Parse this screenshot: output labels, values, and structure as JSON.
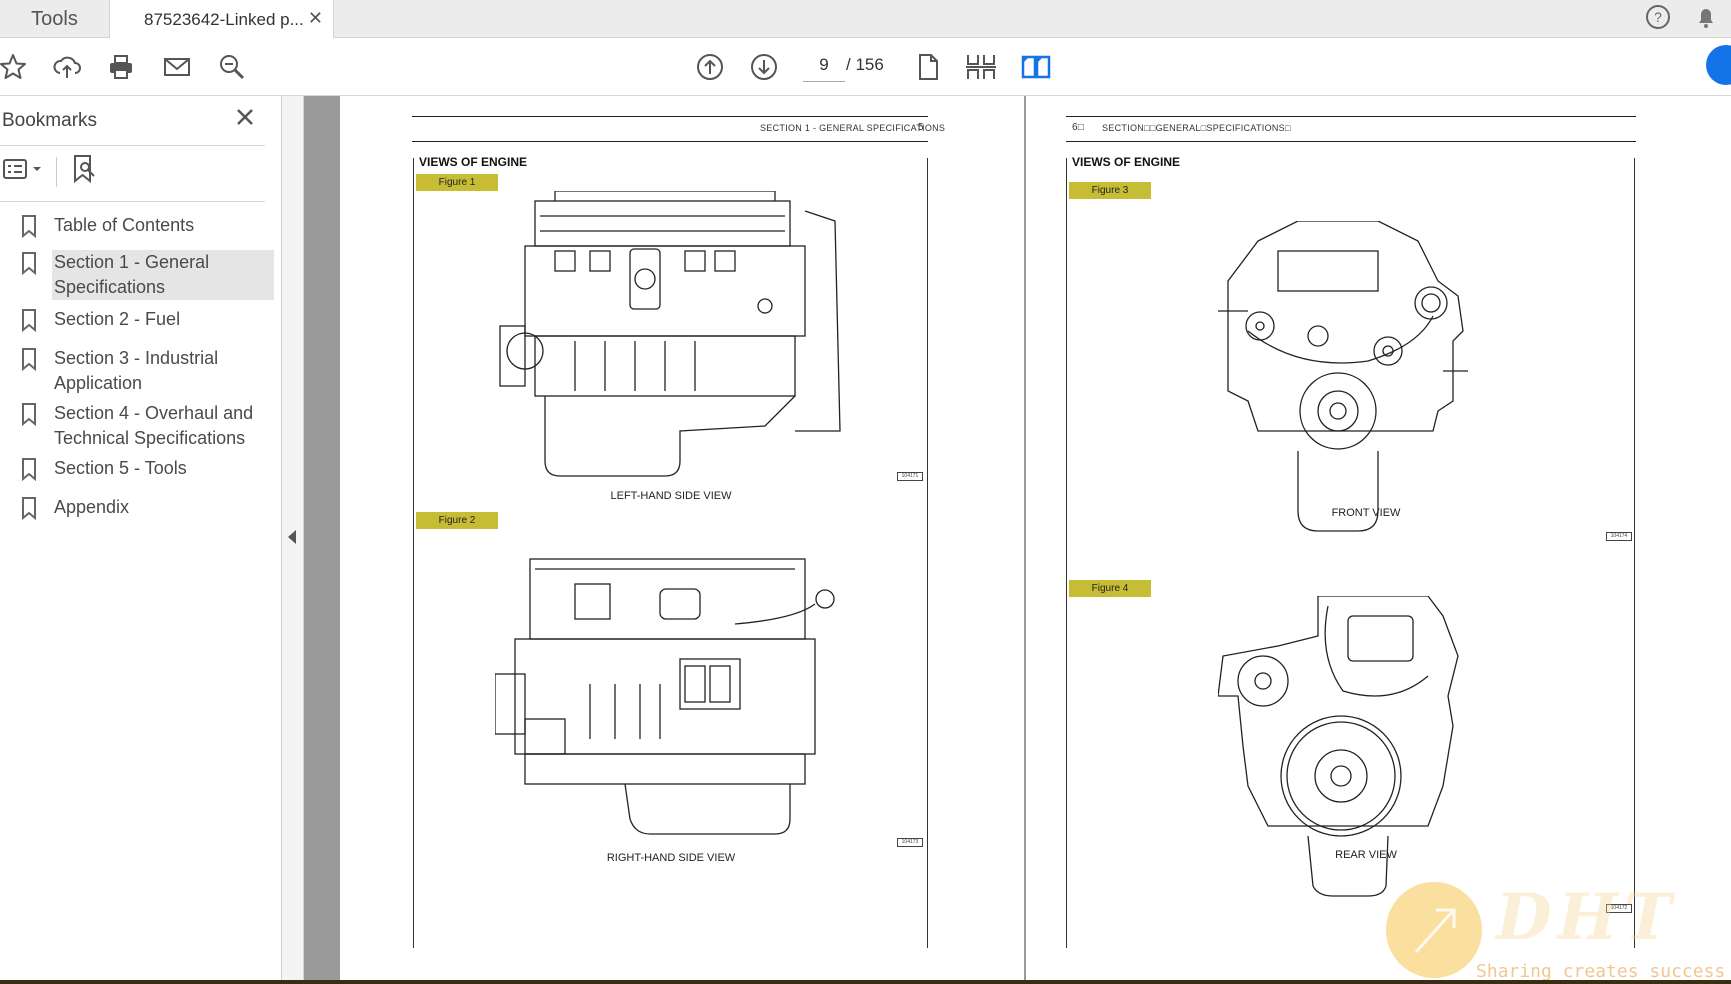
{
  "tabs": {
    "tools_label": "Tools",
    "document_label": "87523642-Linked p...",
    "close_glyph": "✕"
  },
  "toolbar": {
    "current_page": "9",
    "total_pages": "/  156",
    "icons": [
      "star-icon",
      "cloud-upload-icon",
      "print-icon",
      "mail-icon",
      "zoom-out-icon",
      "page-up-icon",
      "page-down-icon",
      "single-page-icon",
      "thumbnails-icon",
      "two-page-icon"
    ]
  },
  "sidebar": {
    "title": "Bookmarks",
    "items": [
      {
        "label": "Table of Contents"
      },
      {
        "label": "Section 1 - General Specifications"
      },
      {
        "label": "Section 2 - Fuel"
      },
      {
        "label": "Section 3 - Industrial Application"
      },
      {
        "label": "Section 4 - Overhaul and Technical Specifications"
      },
      {
        "label": "Section 5 - Tools"
      },
      {
        "label": "Appendix"
      }
    ],
    "selected_index": 1
  },
  "pages": {
    "left": {
      "header": "SECTION 1 - GENERAL SPECIFICATIONS",
      "page_number": "5",
      "title": "VIEWS OF ENGINE",
      "figures": [
        {
          "tag": "Figure 1",
          "caption": "LEFT-HAND SIDE VIEW",
          "code": "104171"
        },
        {
          "tag": "Figure 2",
          "caption": "RIGHT-HAND SIDE VIEW",
          "code": "104173"
        }
      ]
    },
    "right": {
      "header": "SECTION□□GENERAL□SPECIFICATIONS□",
      "page_number": "6□",
      "title": "VIEWS OF ENGINE",
      "figures": [
        {
          "tag": "Figure 3",
          "caption": "FRONT VIEW",
          "code": "104174"
        },
        {
          "tag": "Figure 4",
          "caption": "REAR VIEW",
          "code": "104172"
        }
      ]
    }
  },
  "watermark": {
    "brand": "DHT",
    "slogan": "Sharing creates success"
  },
  "colors": {
    "figure_tag": "#c6bd35",
    "accent_blue": "#1473e6",
    "doc_background": "#9a9a9a"
  }
}
